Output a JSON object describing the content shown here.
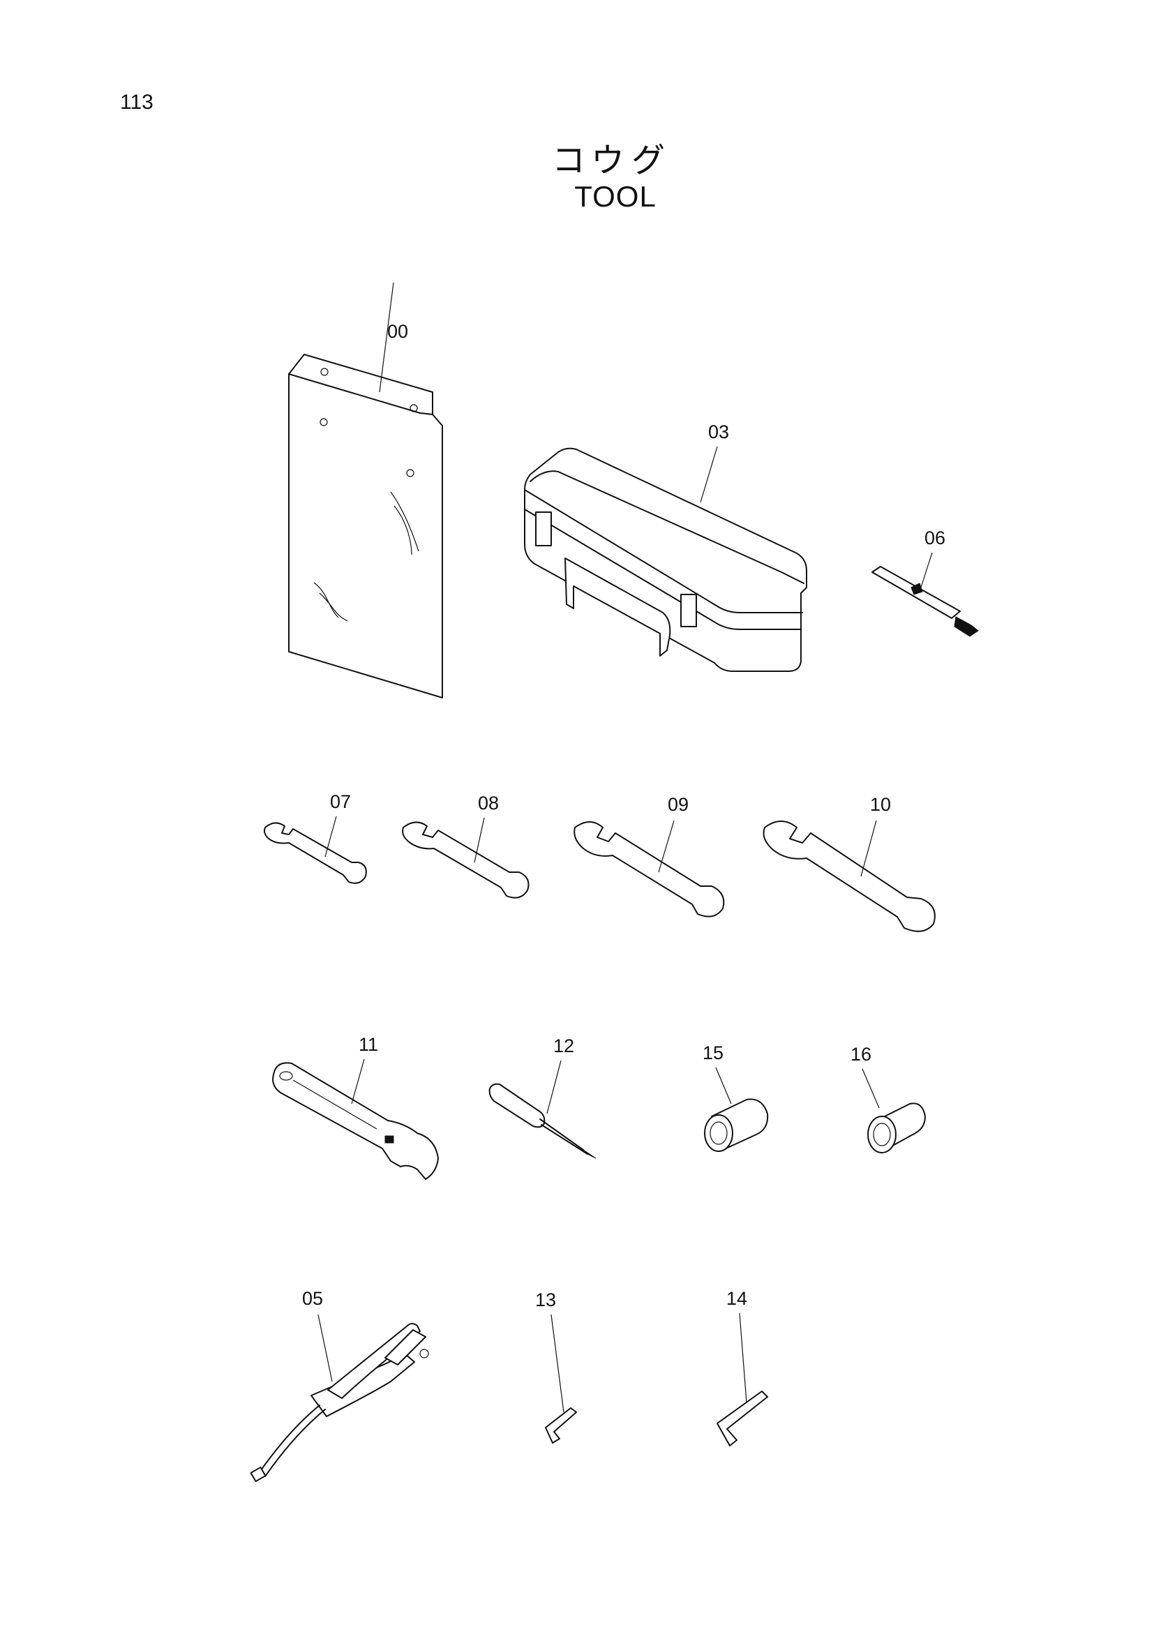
{
  "page": {
    "number": "113"
  },
  "title": {
    "japanese": "コウグ",
    "english": "TOOL"
  },
  "parts": [
    {
      "label": "00"
    },
    {
      "label": "03"
    },
    {
      "label": "06"
    },
    {
      "label": "07"
    },
    {
      "label": "08"
    },
    {
      "label": "09"
    },
    {
      "label": "10"
    },
    {
      "label": "11"
    },
    {
      "label": "12"
    },
    {
      "label": "15"
    },
    {
      "label": "16"
    },
    {
      "label": "05"
    },
    {
      "label": "13"
    },
    {
      "label": "14"
    }
  ]
}
